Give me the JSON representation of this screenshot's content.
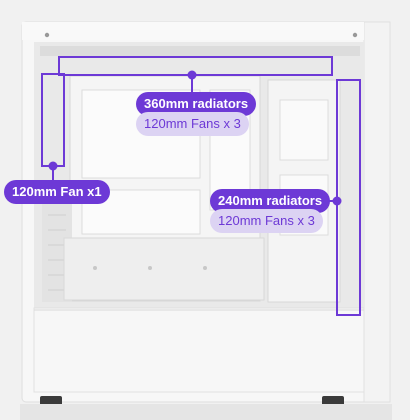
{
  "annotations": {
    "top": {
      "title": "360mm radiators",
      "subtitle": "120mm Fans x 3"
    },
    "side": {
      "title": "240mm radiators",
      "subtitle": "120mm Fans x 3"
    },
    "rear": {
      "title": "120mm Fan x1"
    }
  },
  "colors": {
    "accent": "#6d39d6",
    "accent_light": "#dcd3f3",
    "case_body": "#f7f7f7",
    "case_shadow": "#d9d9d9",
    "background": "#f1f1f1"
  }
}
